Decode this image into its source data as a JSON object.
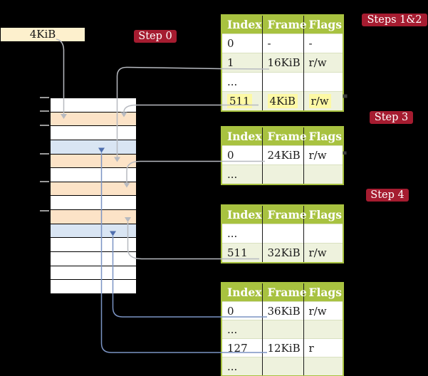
{
  "frame_label": "4KiB",
  "badges": {
    "step0": "Step 0",
    "steps12": "Steps 1&2",
    "step3": "Step 3",
    "step4": "Step 4"
  },
  "memory": {
    "row_kinds": [
      "plain",
      "table",
      "plain",
      "data",
      "table",
      "plain",
      "table",
      "plain",
      "table",
      "data",
      "plain",
      "plain",
      "plain",
      "plain"
    ]
  },
  "tables": [
    {
      "columns": [
        "Index",
        "Frame",
        "Flags"
      ],
      "rows": [
        {
          "index": "0",
          "frame": "-",
          "flags": "-",
          "shaded": false,
          "highlight": false
        },
        {
          "index": "1",
          "frame": "16KiB",
          "flags": "r/w",
          "shaded": true,
          "highlight": false
        },
        {
          "index": "...",
          "frame": "",
          "flags": "",
          "shaded": false,
          "highlight": false
        },
        {
          "index": "511",
          "frame": "4KiB",
          "flags": "r/w",
          "shaded": true,
          "highlight": true
        }
      ]
    },
    {
      "columns": [
        "Index",
        "Frame",
        "Flags"
      ],
      "rows": [
        {
          "index": "0",
          "frame": "24KiB",
          "flags": "r/w",
          "shaded": false,
          "highlight": false
        },
        {
          "index": "...",
          "frame": "",
          "flags": "",
          "shaded": true,
          "highlight": false
        }
      ]
    },
    {
      "columns": [
        "Index",
        "Frame",
        "Flags"
      ],
      "rows": [
        {
          "index": "...",
          "frame": "",
          "flags": "",
          "shaded": false,
          "highlight": false
        },
        {
          "index": "511",
          "frame": "32KiB",
          "flags": "r/w",
          "shaded": true,
          "highlight": false
        }
      ]
    },
    {
      "columns": [
        "Index",
        "Frame",
        "Flags"
      ],
      "rows": [
        {
          "index": "0",
          "frame": "36KiB",
          "flags": "r/w",
          "shaded": false,
          "highlight": false
        },
        {
          "index": "...",
          "frame": "",
          "flags": "",
          "shaded": true,
          "highlight": false
        },
        {
          "index": "127",
          "frame": "12KiB",
          "flags": "r",
          "shaded": false,
          "highlight": false
        },
        {
          "index": "...",
          "frame": "",
          "flags": "",
          "shaded": true,
          "highlight": false
        }
      ]
    }
  ],
  "colors": {
    "background": "#000000",
    "header_green": "#a8c240",
    "shaded_row_green": "#eef2dd",
    "page_table_frame_peach": "#fce3c7",
    "data_frame_blue": "#d9e5f3",
    "badge_red": "#a51c30",
    "highlight_yellow": "#fdf9a5",
    "label_cream": "#fdf0cd",
    "arrow_gray": "#b7bac0",
    "arrow_blue": "#7b94c4",
    "arrow_blue_head": "#4f6fae"
  }
}
